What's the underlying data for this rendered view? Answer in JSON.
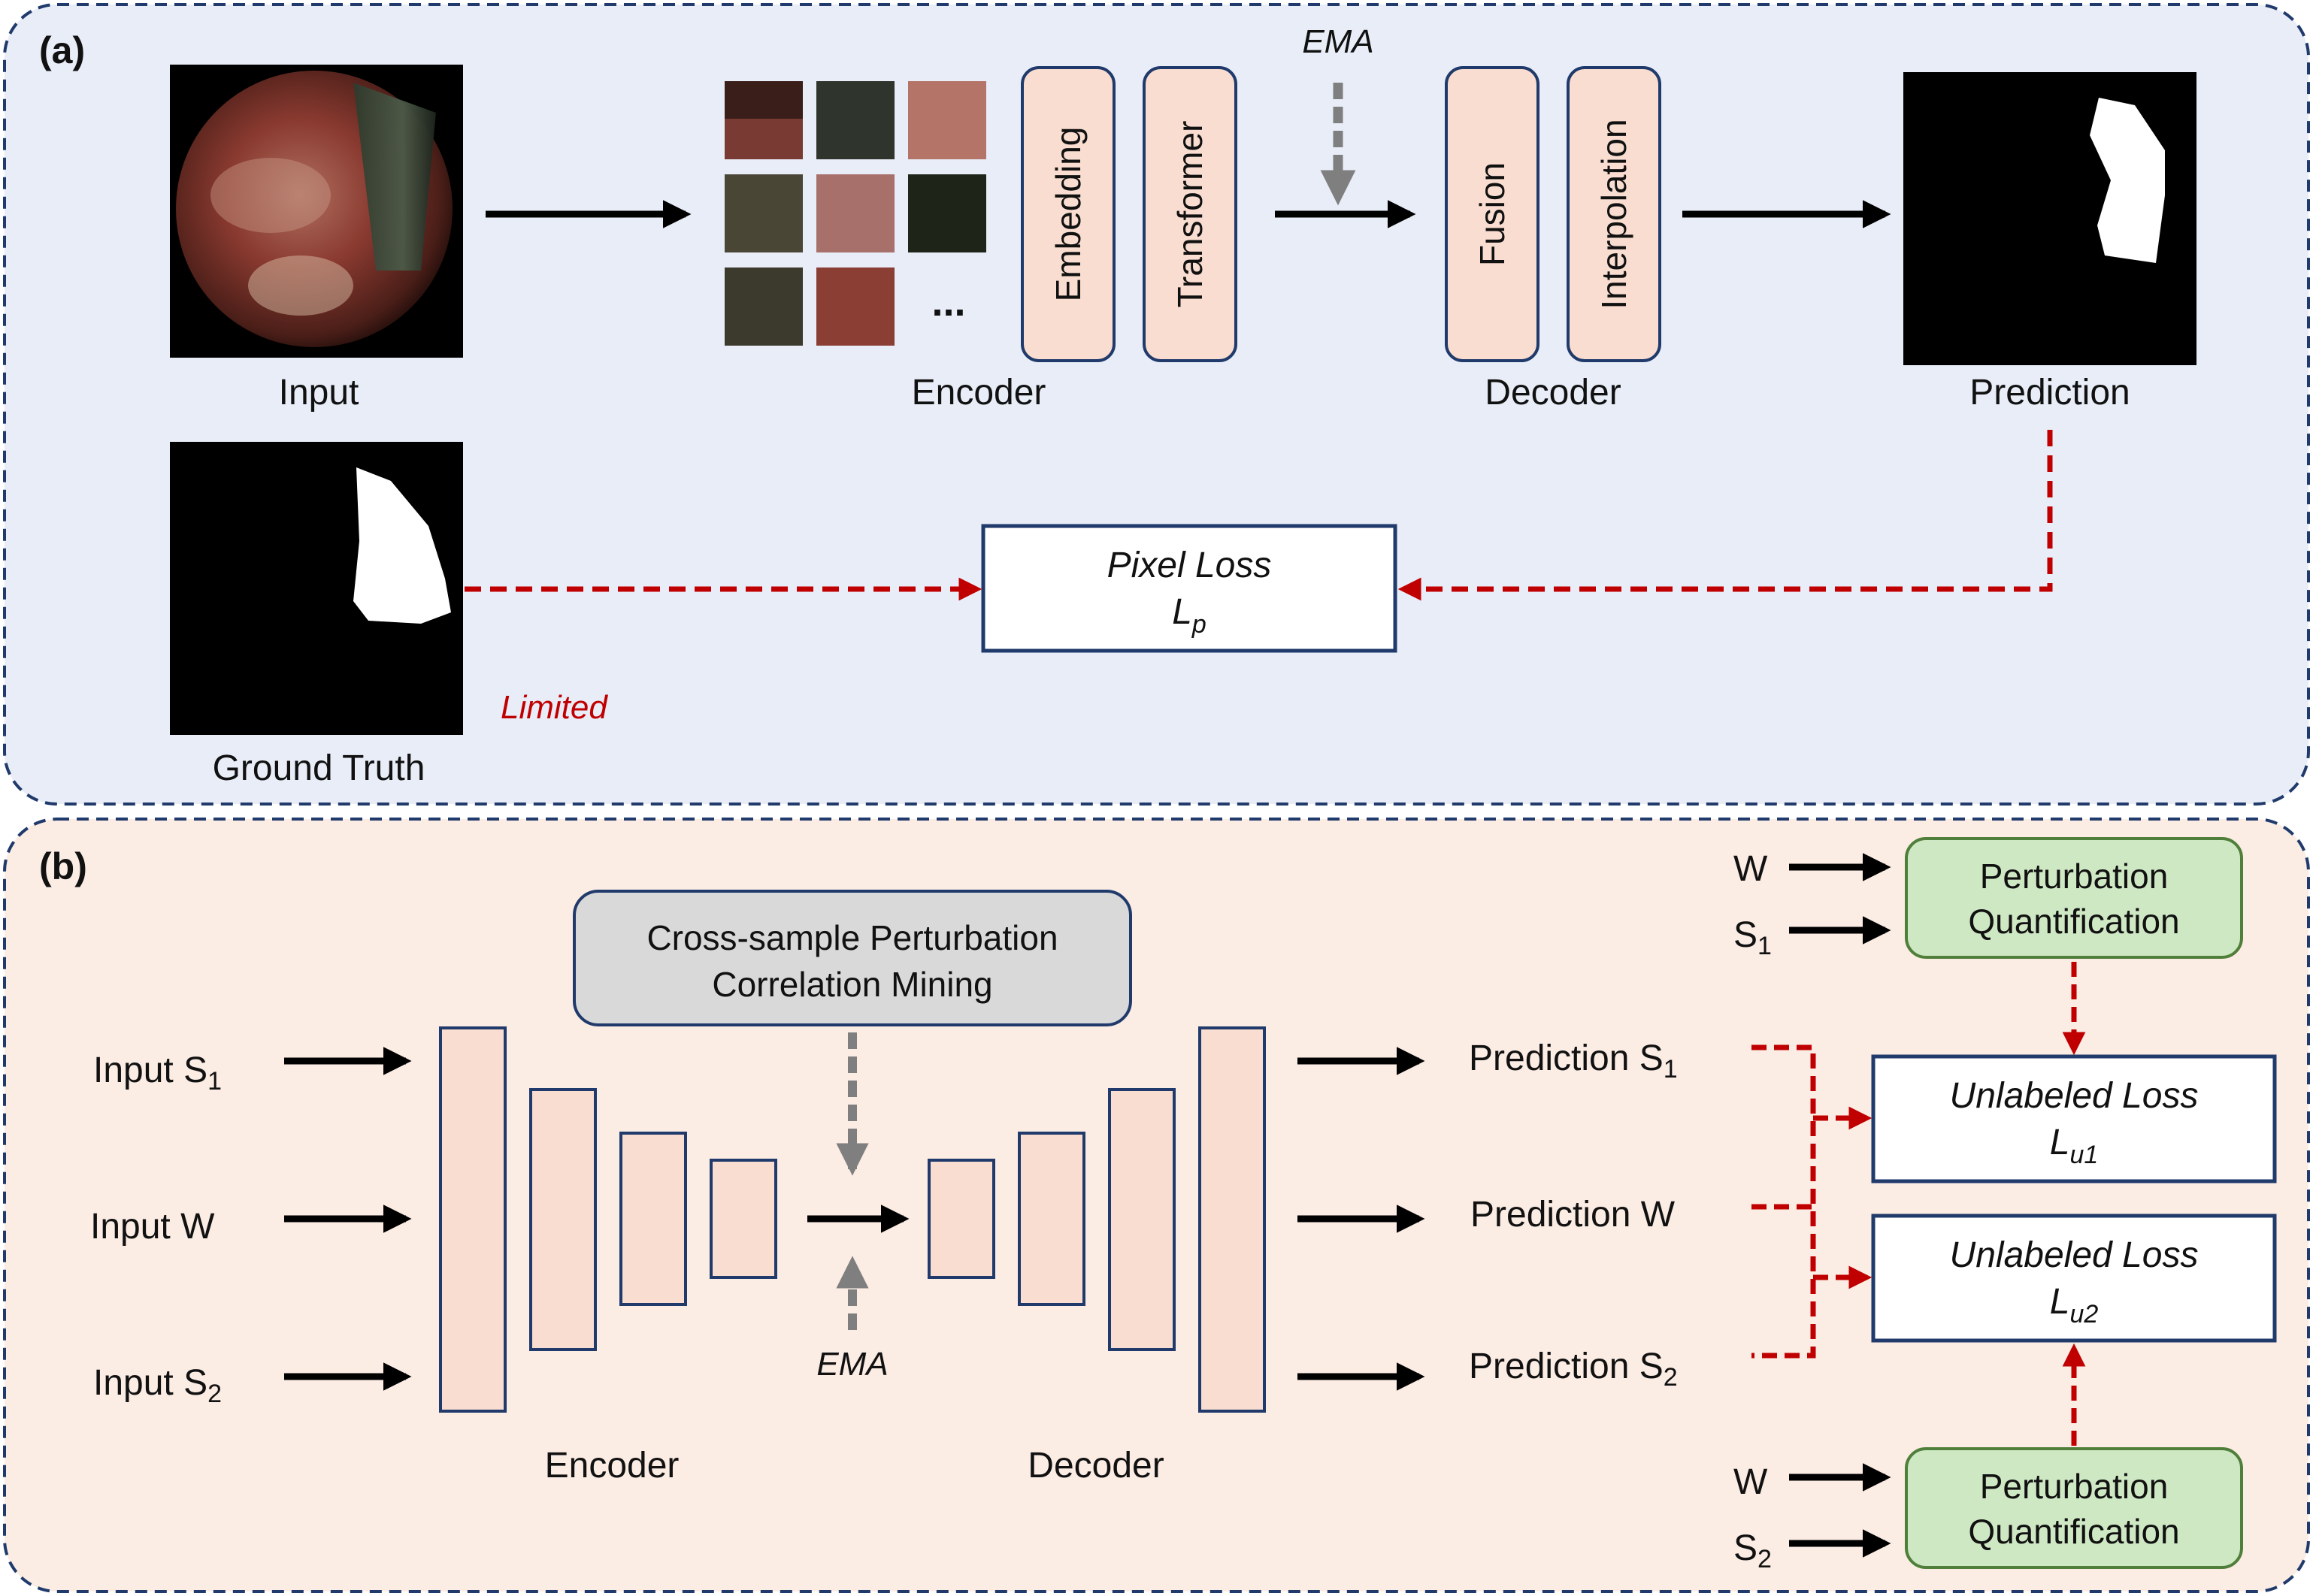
{
  "colors": {
    "panel_a_bg": "#e8edf8",
    "panel_b_bg": "#fbece4",
    "panel_border": "#1f3a6b",
    "block_fill": "#f9ddd0",
    "block_stroke": "#1f3a6b",
    "loss_stroke": "#1f3a6b",
    "red_dash": "#c00000",
    "gray_dash": "#7f7f7f",
    "cross_box": "#d9d9d9",
    "pq_box": "#cfe8c4",
    "pq_stroke": "#4f7f3a"
  },
  "panel_a": {
    "tag": "(a)",
    "input_label": "Input",
    "encoder_label": "Encoder",
    "decoder_label": "Decoder",
    "prediction_label": "Prediction",
    "ground_truth_label": "Ground Truth",
    "ema_label": "EMA",
    "embedding": "Embedding",
    "transformer": "Transformer",
    "fusion": "Fusion",
    "interpolation": "Interpolation",
    "ellipsis": "...",
    "pixel_loss_title": "Pixel Loss",
    "pixel_loss_symbol": "L",
    "pixel_loss_sub": "p",
    "limited": "Limited"
  },
  "panel_b": {
    "tag": "(b)",
    "cross_sample_line1": "Cross-sample Perturbation",
    "cross_sample_line2": "Correlation Mining",
    "input_s1": "Input S",
    "input_s1_sub": "1",
    "input_w": "Input W",
    "input_s2": "Input S",
    "input_s2_sub": "2",
    "encoder_label": "Encoder",
    "decoder_label": "Decoder",
    "ema_label": "EMA",
    "pred_s1": "Prediction S",
    "pred_s1_sub": "1",
    "pred_w": "Prediction W",
    "pred_s2": "Prediction S",
    "pred_s2_sub": "2",
    "pq_top_line1": "Perturbation",
    "pq_top_line2": "Quantification",
    "pq_bottom_line1": "Perturbation",
    "pq_bottom_line2": "Quantification",
    "pq_top_in1": "W",
    "pq_top_in2": "S",
    "pq_top_in2_sub": "1",
    "pq_bottom_in1": "W",
    "pq_bottom_in2": "S",
    "pq_bottom_in2_sub": "2",
    "loss1_title": "Unlabeled Loss",
    "loss1_symbol": "L",
    "loss1_sub": "u1",
    "loss2_title": "Unlabeled Loss",
    "loss2_symbol": "L",
    "loss2_sub": "u2"
  }
}
